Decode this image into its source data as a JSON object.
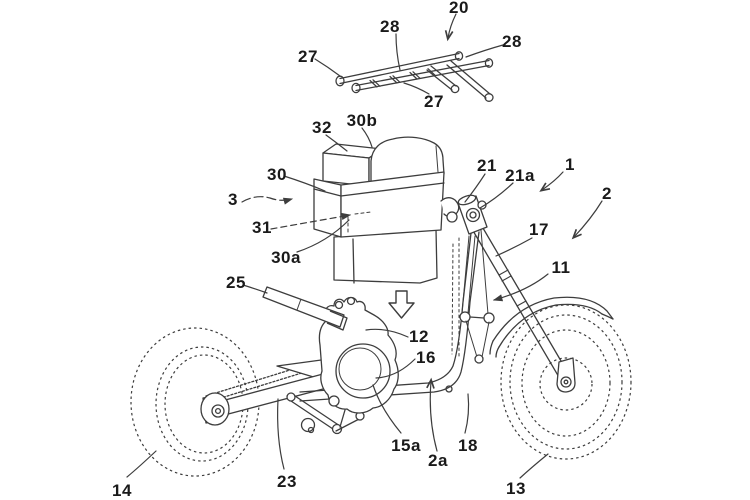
{
  "figure": {
    "background": "#ffffff",
    "line_color": "#3d3d3d",
    "label_color": "#1a1a1a",
    "style": "patent-line-drawing",
    "down_arrow_symbol": "hollow-block-down-arrow"
  },
  "labels": {
    "l20": "20",
    "l28_left": "28",
    "l28_right": "28",
    "l27_left": "27",
    "l27_bottom": "27",
    "l32": "32",
    "l30b": "30b",
    "l30": "30",
    "l3": "3",
    "l31": "31",
    "l30a": "30a",
    "l25": "25",
    "l12": "12",
    "l16": "16",
    "l15a": "15a",
    "l2a": "2a",
    "l18": "18",
    "l23": "23",
    "l14": "14",
    "l13": "13",
    "l21": "21",
    "l21a": "21a",
    "l1": "1",
    "l2": "2",
    "l17": "17",
    "l11": "11"
  }
}
